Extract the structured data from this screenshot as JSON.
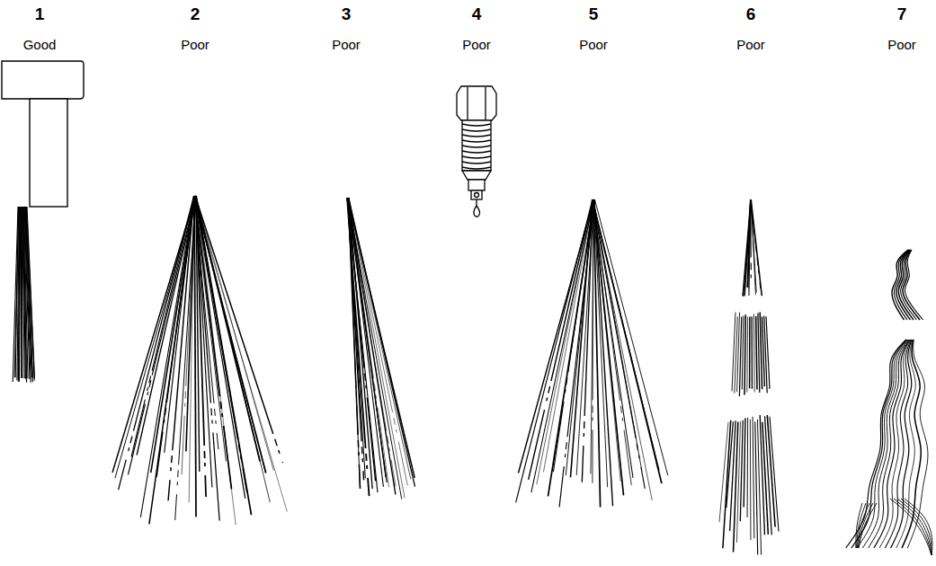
{
  "diagram": {
    "labels": [
      "1",
      "Good",
      "2",
      "Poor",
      "3",
      "Poor",
      "4",
      "Poor",
      "5",
      "Poor",
      "6",
      "Poor",
      "7",
      "Poor"
    ]
  }
}
